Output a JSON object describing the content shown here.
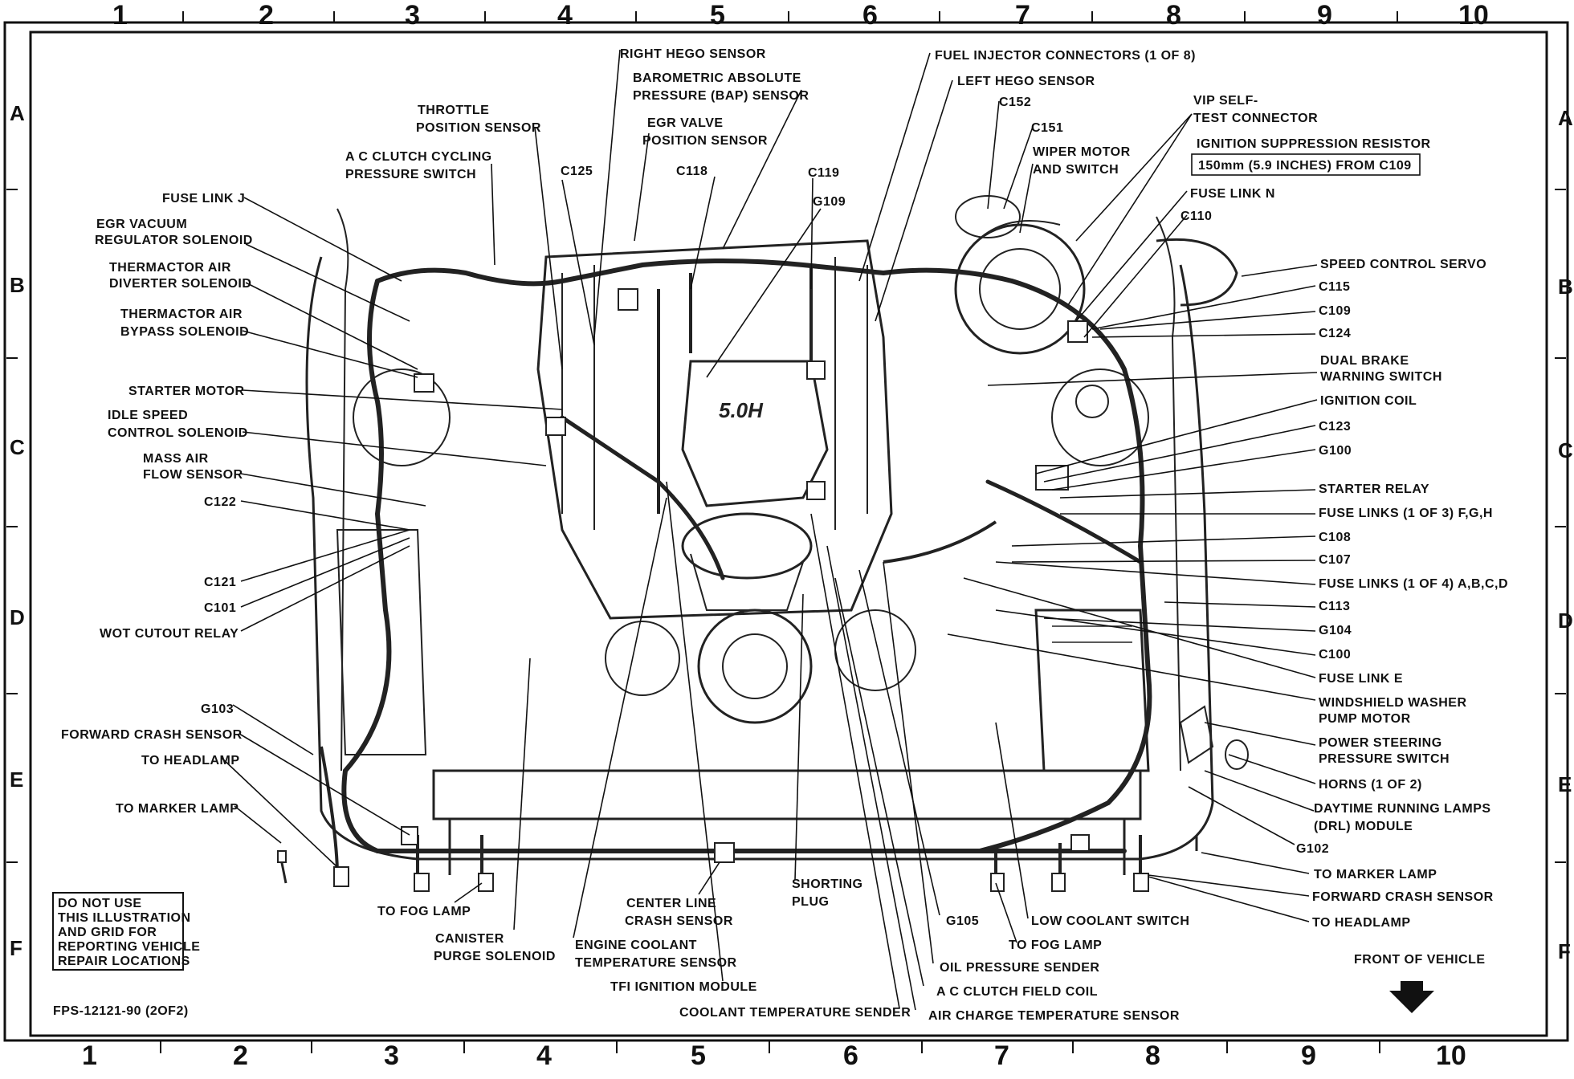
{
  "grid": {
    "columns": [
      "1",
      "2",
      "3",
      "4",
      "5",
      "6",
      "7",
      "8",
      "9",
      "10"
    ],
    "rows": [
      "A",
      "B",
      "C",
      "D",
      "E",
      "F"
    ]
  },
  "figure_id": "FPS-12121-90 (2OF2)",
  "note": [
    "DO NOT USE",
    "THIS ILLUSTRATION",
    "AND GRID FOR",
    "REPORTING VEHICLE",
    "REPAIR LOCATIONS"
  ],
  "front_label": "FRONT OF VEHICLE",
  "distance_box": "150mm (5.9 INCHES) FROM C109",
  "labels": {
    "right_hego": "RIGHT HEGO SENSOR",
    "bap_1": "BAROMETRIC ABSOLUTE",
    "bap_2": "PRESSURE (BAP) SENSOR",
    "throttle_1": "THROTTLE",
    "throttle_2": "POSITION SENSOR",
    "egr_valve_1": "EGR VALVE",
    "egr_valve_2": "POSITION SENSOR",
    "ac_cycling_1": "A C CLUTCH CYCLING",
    "ac_cycling_2": "PRESSURE SWITCH",
    "c125": "C125",
    "c118": "C118",
    "c119": "C119",
    "g109": "G109",
    "fuse_link_j": "FUSE LINK J",
    "egr_vac_1": "EGR VACUUM",
    "egr_vac_2": "REGULATOR SOLENOID",
    "tad_1": "THERMACTOR AIR",
    "tad_2": "DIVERTER SOLENOID",
    "tab_1": "THERMACTOR AIR",
    "tab_2": "BYPASS SOLENOID",
    "starter_motor": "STARTER MOTOR",
    "isc_1": "IDLE SPEED",
    "isc_2": "CONTROL SOLENOID",
    "maf_1": "MASS AIR",
    "maf_2": "FLOW SENSOR",
    "c122": "C122",
    "c121": "C121",
    "c101": "C101",
    "wot": "WOT CUTOUT RELAY",
    "g103": "G103",
    "fwd_crash_l": "FORWARD CRASH SENSOR",
    "headlamp_l": "TO HEADLAMP",
    "marker_l": "TO MARKER LAMP",
    "fog_l": "TO FOG LAMP",
    "canister_1": "CANISTER",
    "canister_2": "PURGE SOLENOID",
    "ect_1": "ENGINE COOLANT",
    "ect_2": "TEMPERATURE SENSOR",
    "center_crash_1": "CENTER LINE",
    "center_crash_2": "CRASH SENSOR",
    "tfi": "TFI IGNITION MODULE",
    "coolant_sender": "COOLANT TEMPERATURE SENDER",
    "shorting_1": "SHORTING",
    "shorting_2": "PLUG",
    "g105": "G105",
    "fuel_inj": "FUEL INJECTOR CONNECTORS (1 OF 8)",
    "left_hego": "LEFT HEGO SENSOR",
    "c152": "C152",
    "c151": "C151",
    "wiper_1": "WIPER MOTOR",
    "wiper_2": "AND SWITCH",
    "vip_1": "VIP SELF-",
    "vip_2": "TEST CONNECTOR",
    "ign_supp": "IGNITION SUPPRESSION RESISTOR",
    "fuse_link_n": "FUSE LINK N",
    "c110": "C110",
    "speed_servo": "SPEED CONTROL SERVO",
    "c115": "C115",
    "c109": "C109",
    "c124": "C124",
    "dual_brake_1": "DUAL BRAKE",
    "dual_brake_2": "WARNING SWITCH",
    "ign_coil": "IGNITION COIL",
    "c123": "C123",
    "g100": "G100",
    "starter_relay": "STARTER RELAY",
    "fuse_fgh": "FUSE LINKS (1 OF 3) F,G,H",
    "c108": "C108",
    "c107": "C107",
    "fuse_abcd": "FUSE LINKS (1 OF 4) A,B,C,D",
    "c113": "C113",
    "g104": "G104",
    "c100": "C100",
    "fuse_link_e": "FUSE LINK E",
    "washer_1": "WINDSHIELD WASHER",
    "washer_2": "PUMP MOTOR",
    "ps_1": "POWER STEERING",
    "ps_2": "PRESSURE SWITCH",
    "horns": "HORNS (1 OF 2)",
    "drl_1": "DAYTIME RUNNING LAMPS",
    "drl_2": "(DRL) MODULE",
    "g102": "G102",
    "marker_r": "TO MARKER LAMP",
    "fwd_crash_r": "FORWARD CRASH SENSOR",
    "headlamp_r": "TO HEADLAMP",
    "low_coolant": "LOW COOLANT SWITCH",
    "fog_r": "TO FOG LAMP",
    "oil_press": "OIL PRESSURE SENDER",
    "ac_field": "A C CLUTCH FIELD COIL",
    "act": "AIR CHARGE TEMPERATURE SENSOR"
  }
}
